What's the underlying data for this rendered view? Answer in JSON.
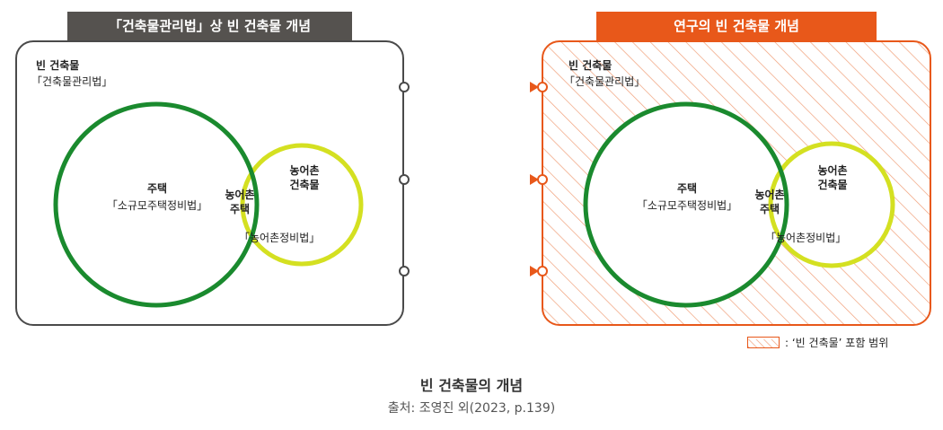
{
  "left_panel": {
    "tab_title": "「건축물관리법」상 빈 건축물 개념",
    "outer_label_line1": "빈 건축물",
    "outer_label_line2": "「건축물관리법」",
    "house_line1": "주택",
    "house_line2": "「소규모주택정비법」",
    "overlap_line1": "농어촌",
    "overlap_line2": "주택",
    "rural_line1": "농어촌",
    "rural_line2": "건축물",
    "rural_law": "「농어촌정비법」"
  },
  "right_panel": {
    "tab_title": "연구의 빈 건축물 개념",
    "outer_label_line1": "빈 건축물",
    "outer_label_line2": "「건축물관리법」",
    "house_line1": "주택",
    "house_line2": "「소규모주택정비법」",
    "overlap_line1": "농어촌",
    "overlap_line2": "주택",
    "rural_line1": "농어촌",
    "rural_line2": "건축물",
    "rural_law": "「농어촌정비법」"
  },
  "legend": {
    "text": ": ‘빈 건축물’ 포함 범위"
  },
  "caption": {
    "title": "빈 건축물의 개념",
    "source": "출처: 조영진 외(2023, p.139)"
  },
  "colors": {
    "dark": "#4a4a4a",
    "orange": "#e8581a",
    "green": "#1a8a2e",
    "yellow_green": "#d4e021"
  }
}
